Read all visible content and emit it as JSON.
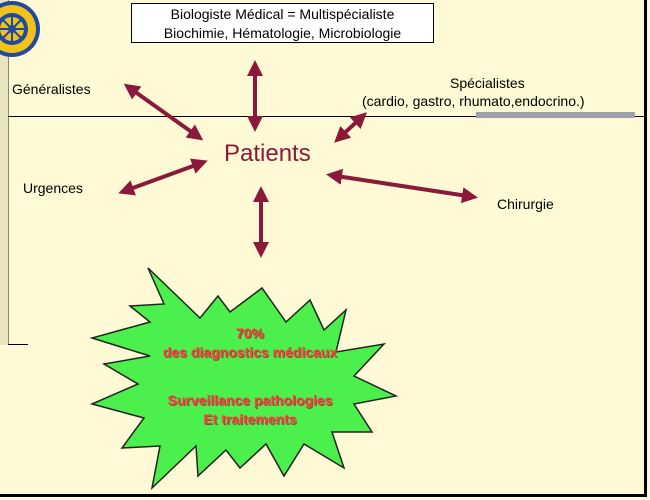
{
  "slide": {
    "box": {
      "line1": "Biologiste Médical = Multispécialiste",
      "line2": "Biochimie, Hématologie, Microbiologie"
    },
    "center_label": "Patients",
    "nodes": {
      "generalistes": "Généralistes",
      "urgences": "Urgences",
      "chirurgie": "Chirurgie",
      "specialistes": "Spécialistes",
      "specialistes_detail": "(cardio, gastro, rhumato,endocrino.)"
    },
    "star": {
      "line1": "70%",
      "line2": "des diagnostics médicaux",
      "line3": "Surveillance pathologies",
      "line4": "Et traitements"
    },
    "colors": {
      "background": "#FFFAD5",
      "arrow": "#8B1A3A",
      "star_fill": "#4CF04C",
      "star_text": "#FF3B3B"
    }
  }
}
